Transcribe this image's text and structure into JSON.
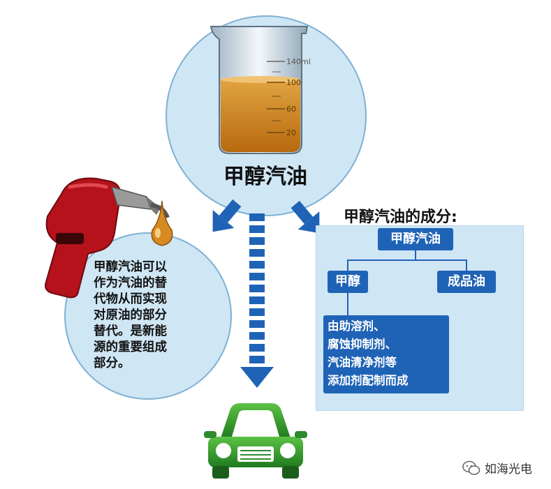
{
  "beaker": {
    "title": "甲醇汽油",
    "scale_labels": [
      "140ml",
      "100",
      "60",
      "20"
    ]
  },
  "uses": {
    "lines": [
      "甲醇汽油可以",
      "作为汽油的替",
      "代物从而实现",
      "对原油的部分",
      "替代。是新能",
      "源的重要组成",
      "部分。"
    ]
  },
  "composition": {
    "title": "甲醇汽油的成分:",
    "root": "甲醇汽油",
    "branch_left": "甲醇",
    "branch_right": "成品油",
    "additives": [
      "由助溶剂、",
      "腐蚀抑制剂、",
      "汽油清净剂等",
      "添加剂配制而成"
    ]
  },
  "watermark": {
    "text": "如海光电"
  },
  "colors": {
    "circle_fill": "#cfe6f4",
    "arrow_blue": "#1f63b6",
    "box_blue": "#1f63b6",
    "car_green": "#2e8a2e",
    "nozzle_red": "#b5121b",
    "fuel_amber": "#c87a1c"
  },
  "icons": [
    "beaker-icon",
    "fuel-nozzle-icon",
    "fuel-drop-icon",
    "car-icon",
    "wechat-icon"
  ]
}
